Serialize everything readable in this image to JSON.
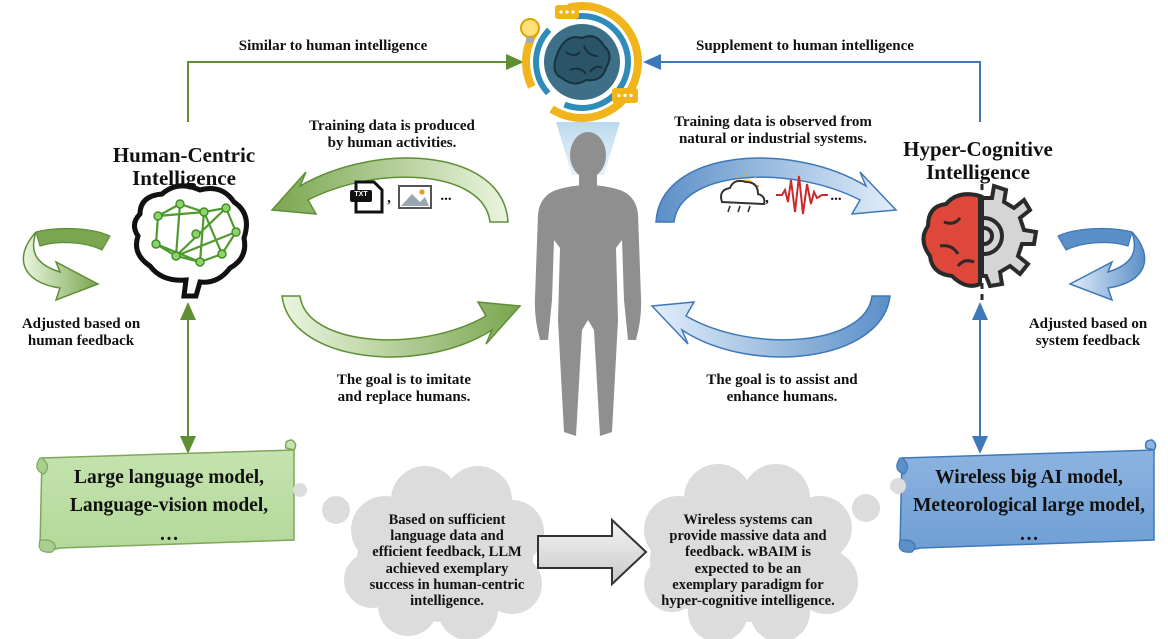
{
  "top": {
    "left_arrow_label": "Similar to human intelligence",
    "right_arrow_label": "Supplement to human intelligence"
  },
  "human_centric": {
    "title_line1": "Human-Centric",
    "title_line2": "Intelligence",
    "training_line1": "Training data is produced",
    "training_line2": "by human activities.",
    "goal_line1": "The goal is to imitate",
    "goal_line2": "and replace humans.",
    "feedback_line1": "Adjusted based on",
    "feedback_line2": "human feedback",
    "data_icon_sep": ",",
    "data_ellipsis": "...",
    "txt_badge": "TXT",
    "scroll_line1": "Large language model,",
    "scroll_line2": "Language-vision model,",
    "scroll_line3": "…",
    "cloud_lines": [
      "Based on sufficient",
      "language data and",
      "efficient feedback, LLM",
      "achieved exemplary",
      "success in human-centric",
      "intelligence."
    ]
  },
  "hyper_cognitive": {
    "title_line1": "Hyper-Cognitive",
    "title_line2": "Intelligence",
    "training_line1": "Training data is observed from",
    "training_line2": "natural or industrial systems.",
    "goal_line1": "The goal is to assist and",
    "goal_line2": "enhance humans.",
    "feedback_line1": "Adjusted based on",
    "feedback_line2": "system feedback",
    "data_icon_sep": ",",
    "data_ellipsis": "...",
    "scroll_line1": "Wireless big AI model,",
    "scroll_line2": "Meteorological large model,",
    "scroll_line3": "…",
    "cloud_lines": [
      "Wireless systems can",
      "provide massive data and",
      "feedback. wBAIM is",
      "expected to be an",
      "exemplary paradigm for",
      "hyper-cognitive intelligence."
    ]
  },
  "colors": {
    "green_dark": "#5f8f35",
    "green_light": "#c9e4b4",
    "blue_dark": "#3e78b8",
    "blue_light": "#aecbeb",
    "gray": "#9a9a9a"
  }
}
